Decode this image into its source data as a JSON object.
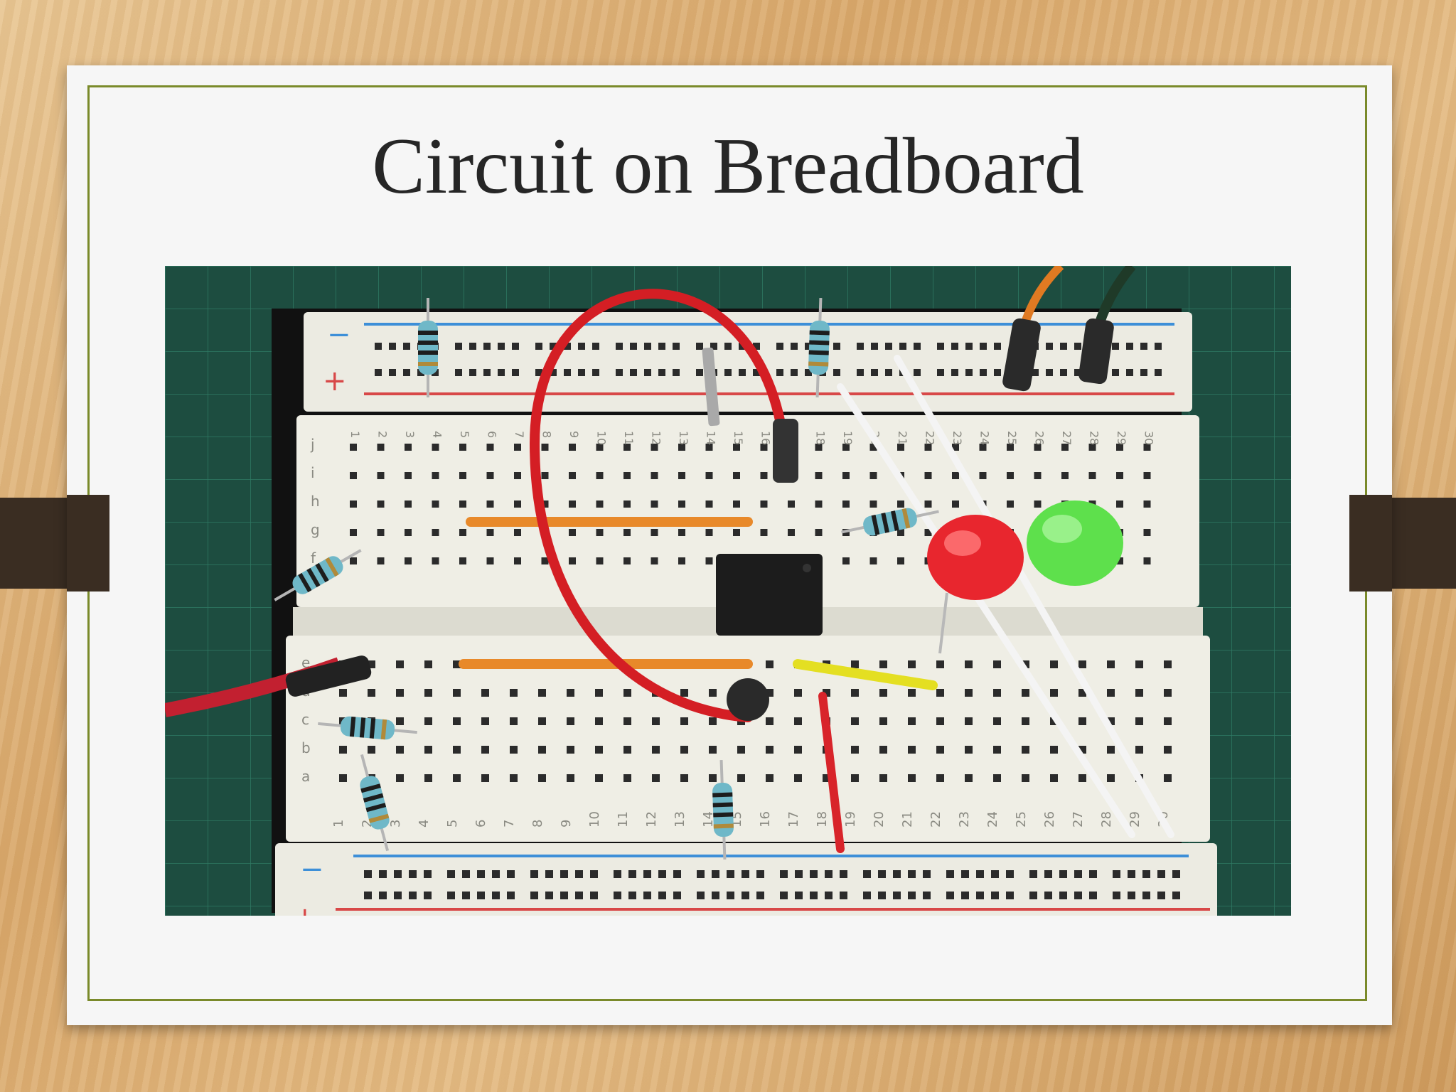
{
  "slide": {
    "title": "Circuit on Breadboard",
    "accent_color": "#7a8a2a",
    "tab_color": "#3a2d22"
  },
  "photo": {
    "subject": "breadboard-circuit",
    "rail_labels": {
      "plus": "+",
      "minus": "−"
    },
    "row_letters_top": [
      "j",
      "i",
      "h",
      "g",
      "f"
    ],
    "row_letters_bottom": [
      "e",
      "d",
      "c",
      "b",
      "a"
    ],
    "column_numbers": [
      "1",
      "2",
      "3",
      "4",
      "5",
      "6",
      "7",
      "8",
      "9",
      "10",
      "11",
      "12",
      "13",
      "14",
      "15",
      "16",
      "17",
      "18",
      "19",
      "20",
      "21",
      "22",
      "23",
      "24",
      "25",
      "26",
      "27",
      "28",
      "29",
      "30"
    ]
  }
}
